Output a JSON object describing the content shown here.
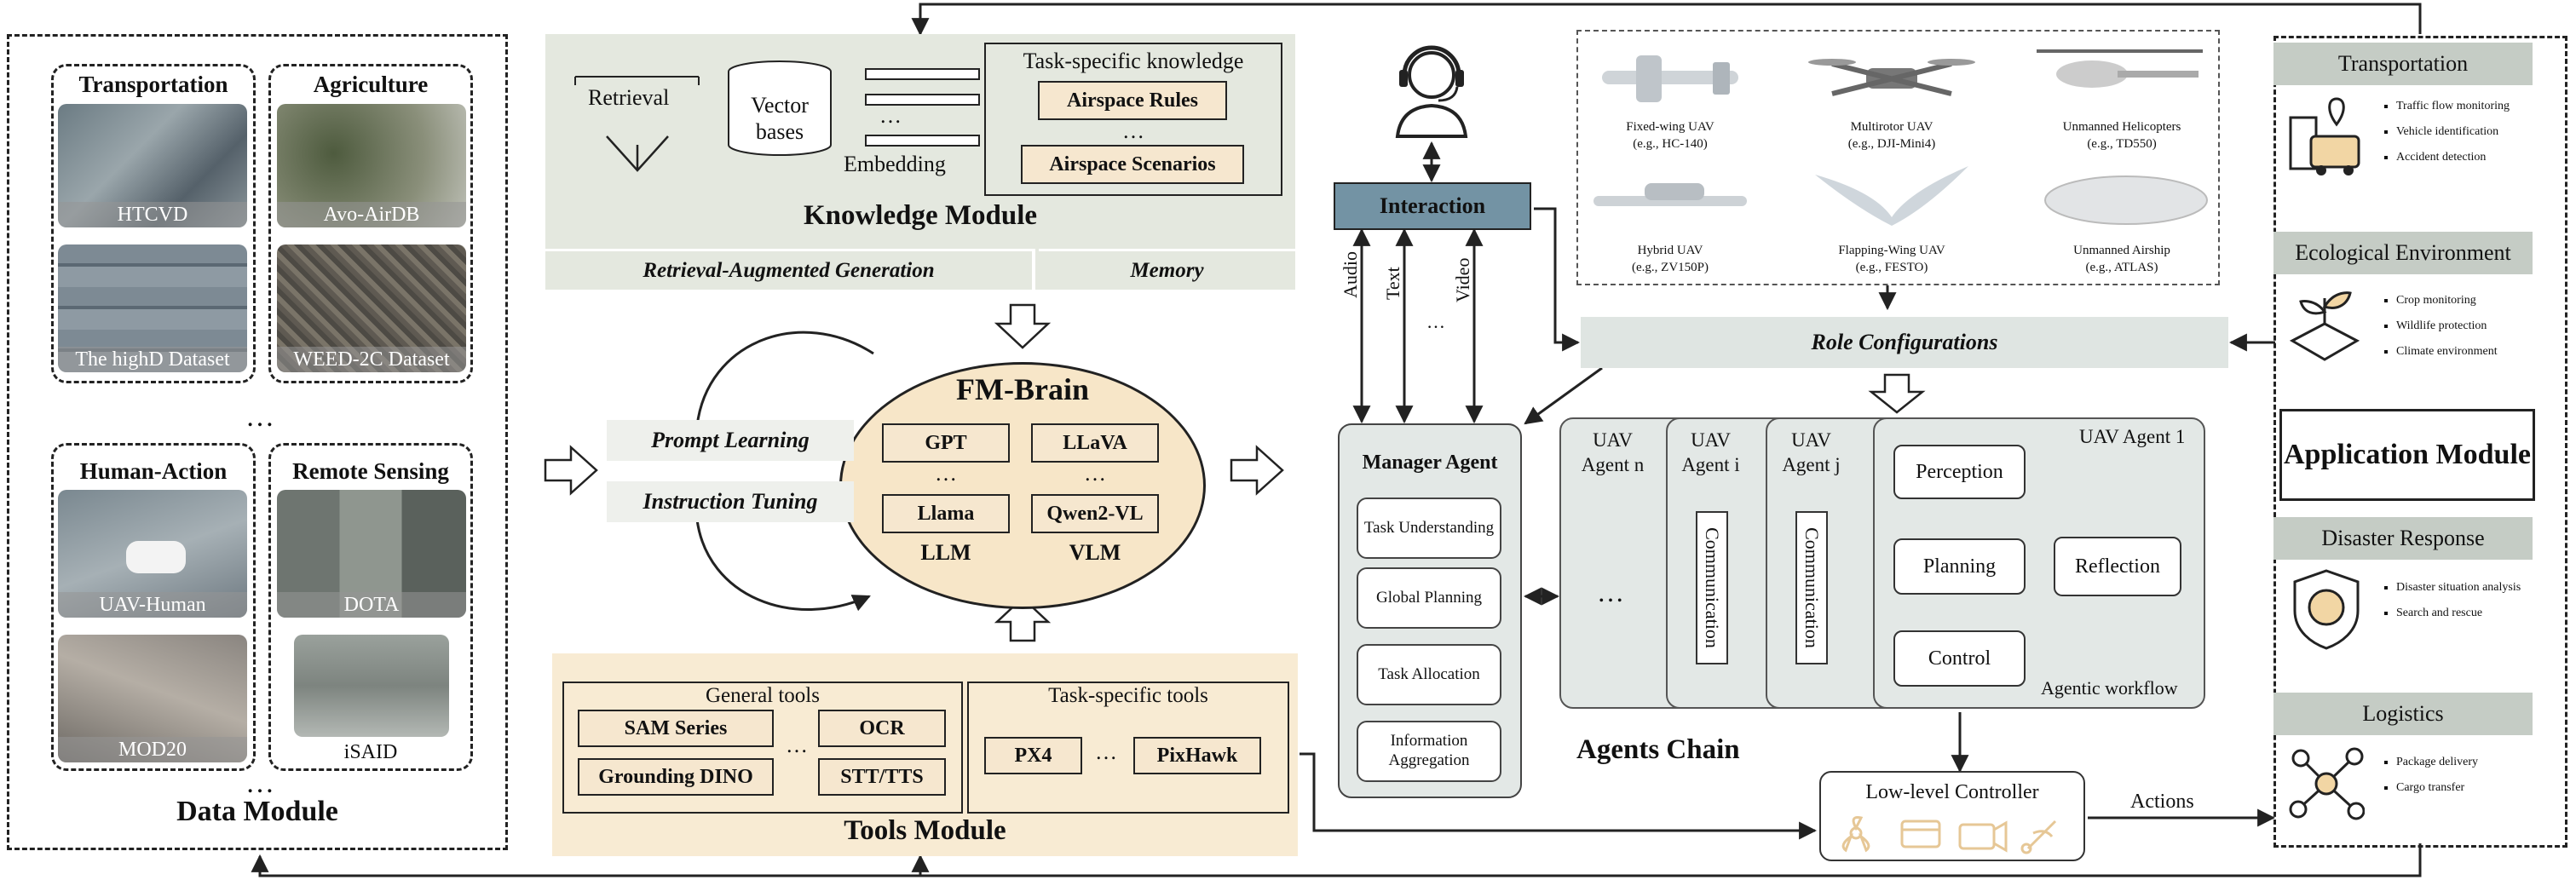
{
  "data_module": {
    "title": "Data Module",
    "categories": [
      {
        "title": "Transportation",
        "datasets": [
          "HTCVD",
          "The highD Dataset"
        ]
      },
      {
        "title": "Agriculture",
        "datasets": [
          "Avo-AirDB",
          "WEED-2C Dataset"
        ]
      },
      {
        "title": "Human-Action",
        "datasets": [
          "UAV-Human",
          "MOD20"
        ]
      },
      {
        "title": "Remote Sensing",
        "datasets": [
          "DOTA",
          "iSAID"
        ]
      }
    ],
    "ellipsis_mid": "…",
    "ellipsis_bottom": "…"
  },
  "knowledge_module": {
    "title": "Knowledge Module",
    "retrieval": "Retrieval",
    "vector_bases": "Vector bases",
    "embedding": "Embedding",
    "embedding_dots": "…",
    "task_knowledge_title": "Task-specific knowledge",
    "items": [
      "Airspace Rules",
      "Airspace Scenarios"
    ],
    "items_dots": "…",
    "rag": "Retrieval-Augmented Generation",
    "memory": "Memory"
  },
  "fm_brain": {
    "title": "FM-Brain",
    "prompt_learning": "Prompt Learning",
    "instruction_tuning": "Instruction Tuning",
    "llm": [
      "GPT",
      "…",
      "Llama"
    ],
    "vlm": [
      "LLaVA",
      "…",
      "Qwen2-VL"
    ],
    "llm_label": "LLM",
    "vlm_label": "VLM"
  },
  "tools_module": {
    "title": "Tools Module",
    "general_title": "General tools",
    "general": [
      "SAM Series",
      "OCR",
      "Grounding DINO",
      "STT/TTS"
    ],
    "general_dots": "…",
    "task_title": "Task-specific tools",
    "task": [
      "PX4",
      "PixHawk"
    ],
    "task_dots": "…"
  },
  "interaction": {
    "label": "Interaction",
    "channels": [
      "Audio",
      "Text",
      "…",
      "Video"
    ]
  },
  "uav_types": [
    {
      "name": "Fixed-wing UAV",
      "eg": "(e.g., HC-140)"
    },
    {
      "name": "Multirotor UAV",
      "eg": "(e.g., DJI-Mini4)"
    },
    {
      "name": "Unmanned Helicopters",
      "eg": "(e.g., TD550)"
    },
    {
      "name": "Hybrid UAV",
      "eg": "(e.g., ZV150P)"
    },
    {
      "name": "Flapping-Wing UAV",
      "eg": "(e.g., FESTO)"
    },
    {
      "name": "Unmanned Airship",
      "eg": "(e.g., ATLAS)"
    }
  ],
  "role_configurations": "Role Configurations",
  "manager": {
    "title": "Manager Agent",
    "items": [
      "Task Understanding",
      "Global Planning",
      "Task Allocation",
      "Information Aggregation"
    ]
  },
  "agents_chain": {
    "title": "Agents Chain",
    "agents": [
      "UAV Agent n",
      "UAV Agent i",
      "UAV Agent j",
      "UAV Agent 1"
    ],
    "dots": "…",
    "communication": "Communication",
    "workflow": [
      "Perception",
      "Planning",
      "Control",
      "Reflection"
    ],
    "workflow_label": "Agentic workflow"
  },
  "controller": {
    "label": "Low-level Controller",
    "actions": "Actions"
  },
  "application_module": {
    "title": "Application Module",
    "sections": [
      {
        "title": "Transportation",
        "bullets": [
          "Traffic flow monitoring",
          "Vehicle identification",
          "Accident detection"
        ]
      },
      {
        "title": "Ecological Environment",
        "bullets": [
          "Crop monitoring",
          "Wildlife protection",
          "Climate environment"
        ]
      },
      {
        "title": "Disaster Response",
        "bullets": [
          "Disaster situation analysis",
          "Search and rescue"
        ]
      },
      {
        "title": "Logistics",
        "bullets": [
          "Package delivery",
          "Cargo transfer"
        ]
      }
    ]
  },
  "colors": {
    "knowledge_bg": "#e4e8df",
    "tools_bg": "#f8ebd3",
    "brain_bg": "#f7e6c8",
    "agents_bg": "#e3e8e6",
    "interaction_bg": "#6f8f9f",
    "role_bg": "#dfe5e2"
  }
}
